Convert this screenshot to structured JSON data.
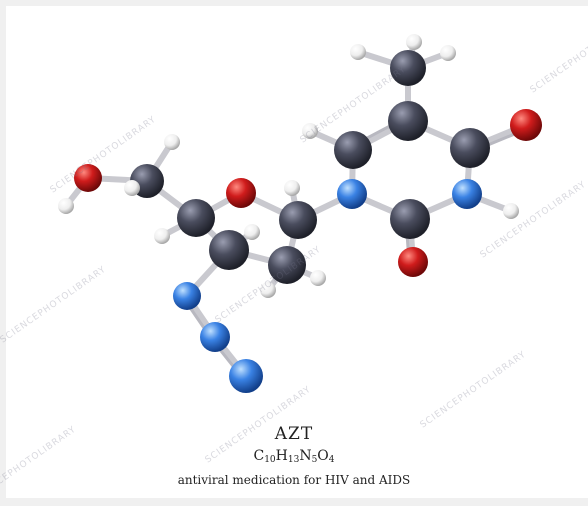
{
  "caption": {
    "title": "AZT",
    "formula": [
      {
        "el": "C",
        "n": "10"
      },
      {
        "el": "H",
        "n": "13"
      },
      {
        "el": "N",
        "n": "5"
      },
      {
        "el": "O",
        "n": "4"
      }
    ],
    "subtitle": "antiviral medication for HIV and AIDS"
  },
  "watermark": {
    "text": "SCIENCEPHOTOLIBRARY"
  },
  "colors": {
    "carbon": "#3c3f4e",
    "oxygen": "#c41a1a",
    "nitrogen": "#2f74d8",
    "hydrogen": "#f4f4f4",
    "bond": "#cfcfd4"
  }
}
